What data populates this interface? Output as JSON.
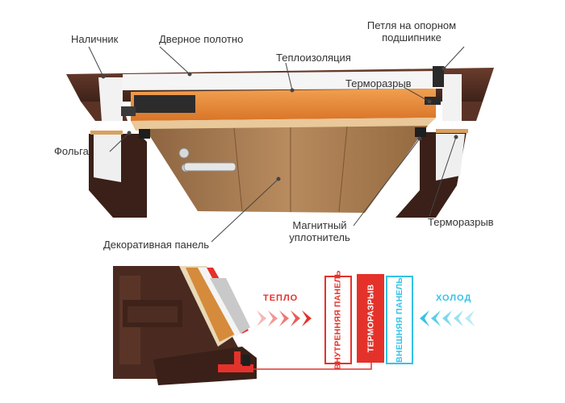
{
  "labels": {
    "trim": "Наличник",
    "door_leaf": "Дверное полотно",
    "hinge_line1": "Петля на опорном",
    "hinge_line2": "подшипнике",
    "insulation": "Теплоизоляция",
    "thermal_break_top": "Терморазрыв",
    "foil": "Фольга",
    "thermal_break_bottom": "Терморазрыв",
    "magnetic_seal_line1": "Магнитный",
    "magnetic_seal_line2": "уплотнитель",
    "decorative_panel": "Декоративная панель"
  },
  "legend": {
    "warm": "ТЕПЛО",
    "cold": "ХОЛОД",
    "inner_panel": "ВНУТРЕННЯЯ ПАНЕЛЬ",
    "thermal_break": "ТЕРМОРАЗРЫВ",
    "outer_panel": "ВНЕШНЯЯ ПАНЕЛЬ"
  },
  "colors": {
    "warm_red": "#e4322b",
    "cold_cyan": "#35c3e6",
    "frame_brown": "#4a2a20",
    "wood": "#a77b52",
    "insulation_orange": "#e8873c",
    "label_text": "#333333"
  }
}
